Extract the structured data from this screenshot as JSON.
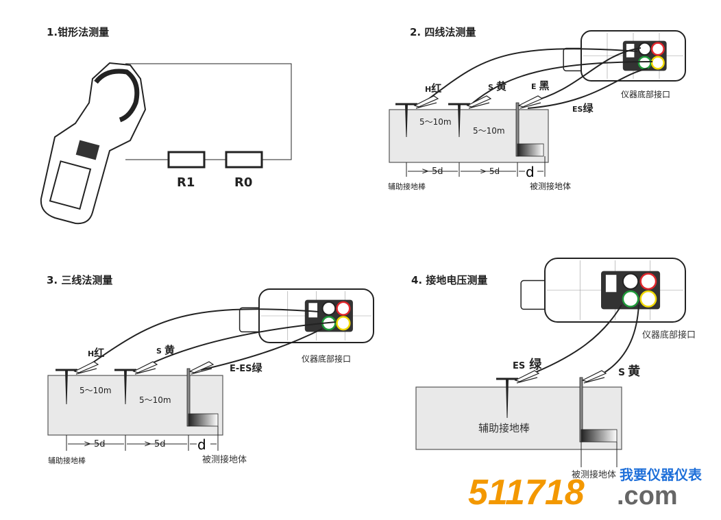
{
  "panel1": {
    "title": "1.钳形法测量",
    "r1": "R1",
    "r0": "R0"
  },
  "panel2": {
    "title": "2. 四线法测量",
    "h": "H",
    "h_cn": "红",
    "s": "S",
    "s_cn": "黄",
    "e": "E",
    "e_cn": "黑",
    "es": "ES",
    "es_cn": "绿",
    "port": "仪器底部接口",
    "dist1": "5～10m",
    "dist2": "5～10m",
    "d1": "> 5d",
    "d2": "> 5d",
    "d": "d",
    "aux": "辅助接地棒",
    "target": "被测接地体"
  },
  "panel3": {
    "title": "3. 三线法测量",
    "h": "H",
    "h_cn": "红",
    "s": "S",
    "s_cn": "黄",
    "ees": "E-ES",
    "ees_cn": "绿",
    "port": "仪器底部接口",
    "dist1": "5～10m",
    "dist2": "5～10m",
    "d1": "> 5d",
    "d2": "> 5d",
    "d": "d",
    "aux": "辅助接地棒",
    "target": "被测接地体"
  },
  "panel4": {
    "title": "4. 接地电压测量",
    "es": "ES",
    "es_cn": "绿",
    "s": "S",
    "s_cn": "黄",
    "port": "仪器底部接口",
    "aux": "辅助接地棒",
    "target": "被测接地体"
  },
  "watermark": {
    "number": "511718",
    "cn": "我要仪器仪表",
    "com": ".com"
  },
  "colors": {
    "red": "#e0262b",
    "green": "#1f9a3a",
    "yellow": "#f0d800",
    "orange": "#f39800",
    "blue": "#1e6fd9"
  }
}
